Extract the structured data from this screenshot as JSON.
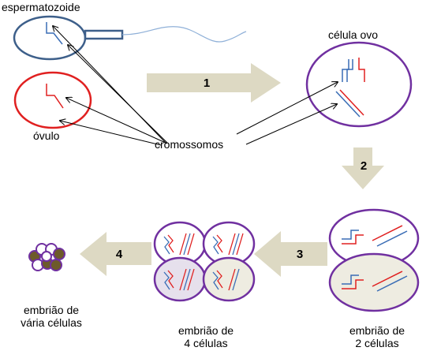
{
  "labels": {
    "sperm": "espermatozoide",
    "egg": "célula ovo",
    "ovum": "óvulo",
    "chromosomes": "cromossomos",
    "multi_line1": "embrião de",
    "multi_line2": "vária células",
    "four_line1": "embrião de",
    "four_line2": "4 células",
    "two_line1": "embrião de",
    "two_line2": "2 células"
  },
  "steps": [
    "1",
    "2",
    "3",
    "4"
  ],
  "colors": {
    "sperm_outline": "#3d5f8a",
    "ovum_outline": "#e02020",
    "cell_outline": "#7030a0",
    "arrow_fill": "#ddd9c3",
    "chromosome_red": "#e02020",
    "chromosome_blue": "#3a6db5",
    "cell_fill_light": "#e6e0ec",
    "cell_fill_tan": "#eeece1",
    "cluster_dark": "#6d5a2a"
  }
}
